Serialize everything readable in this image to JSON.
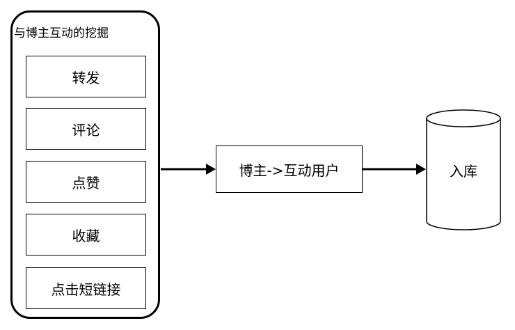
{
  "group": {
    "title": "与博主互动的挖掘",
    "items": [
      "转发",
      "评论",
      "点赞",
      "收藏",
      "点击短链接"
    ]
  },
  "process": {
    "label": "博主->互动用户"
  },
  "database": {
    "label": "入库"
  }
}
